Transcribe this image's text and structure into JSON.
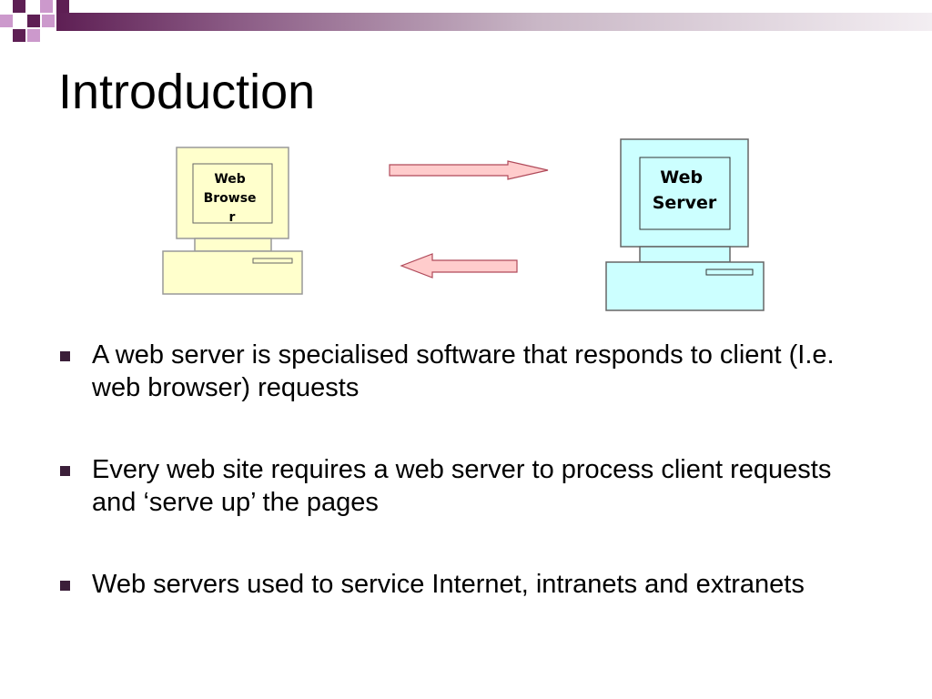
{
  "slide": {
    "title": "Introduction"
  },
  "diagram": {
    "client": {
      "label_lines": [
        "Web",
        "Browse",
        "r"
      ],
      "screen_color": "#ffffcc",
      "outline_color": "#999999"
    },
    "server": {
      "label_lines": [
        "Web",
        "Server"
      ],
      "screen_color": "#ccffff",
      "outline_color": "#666666"
    },
    "request_arrow_icon": "arrow-right-icon",
    "response_arrow_icon": "arrow-left-icon",
    "arrow_fill": "#ffcccc",
    "arrow_stroke": "#b04a5a"
  },
  "bullets": [
    "A web server is specialised software that responds to client (I.e. web browser) requests",
    "Every web site requires a web server to process client requests and ‘serve up’ the pages",
    "Web servers used to service Internet, intranets and extranets"
  ],
  "theme": {
    "accent": "#5e1f54",
    "accent_light": "#cc99cc",
    "bullet_color": "#3b1f39"
  }
}
